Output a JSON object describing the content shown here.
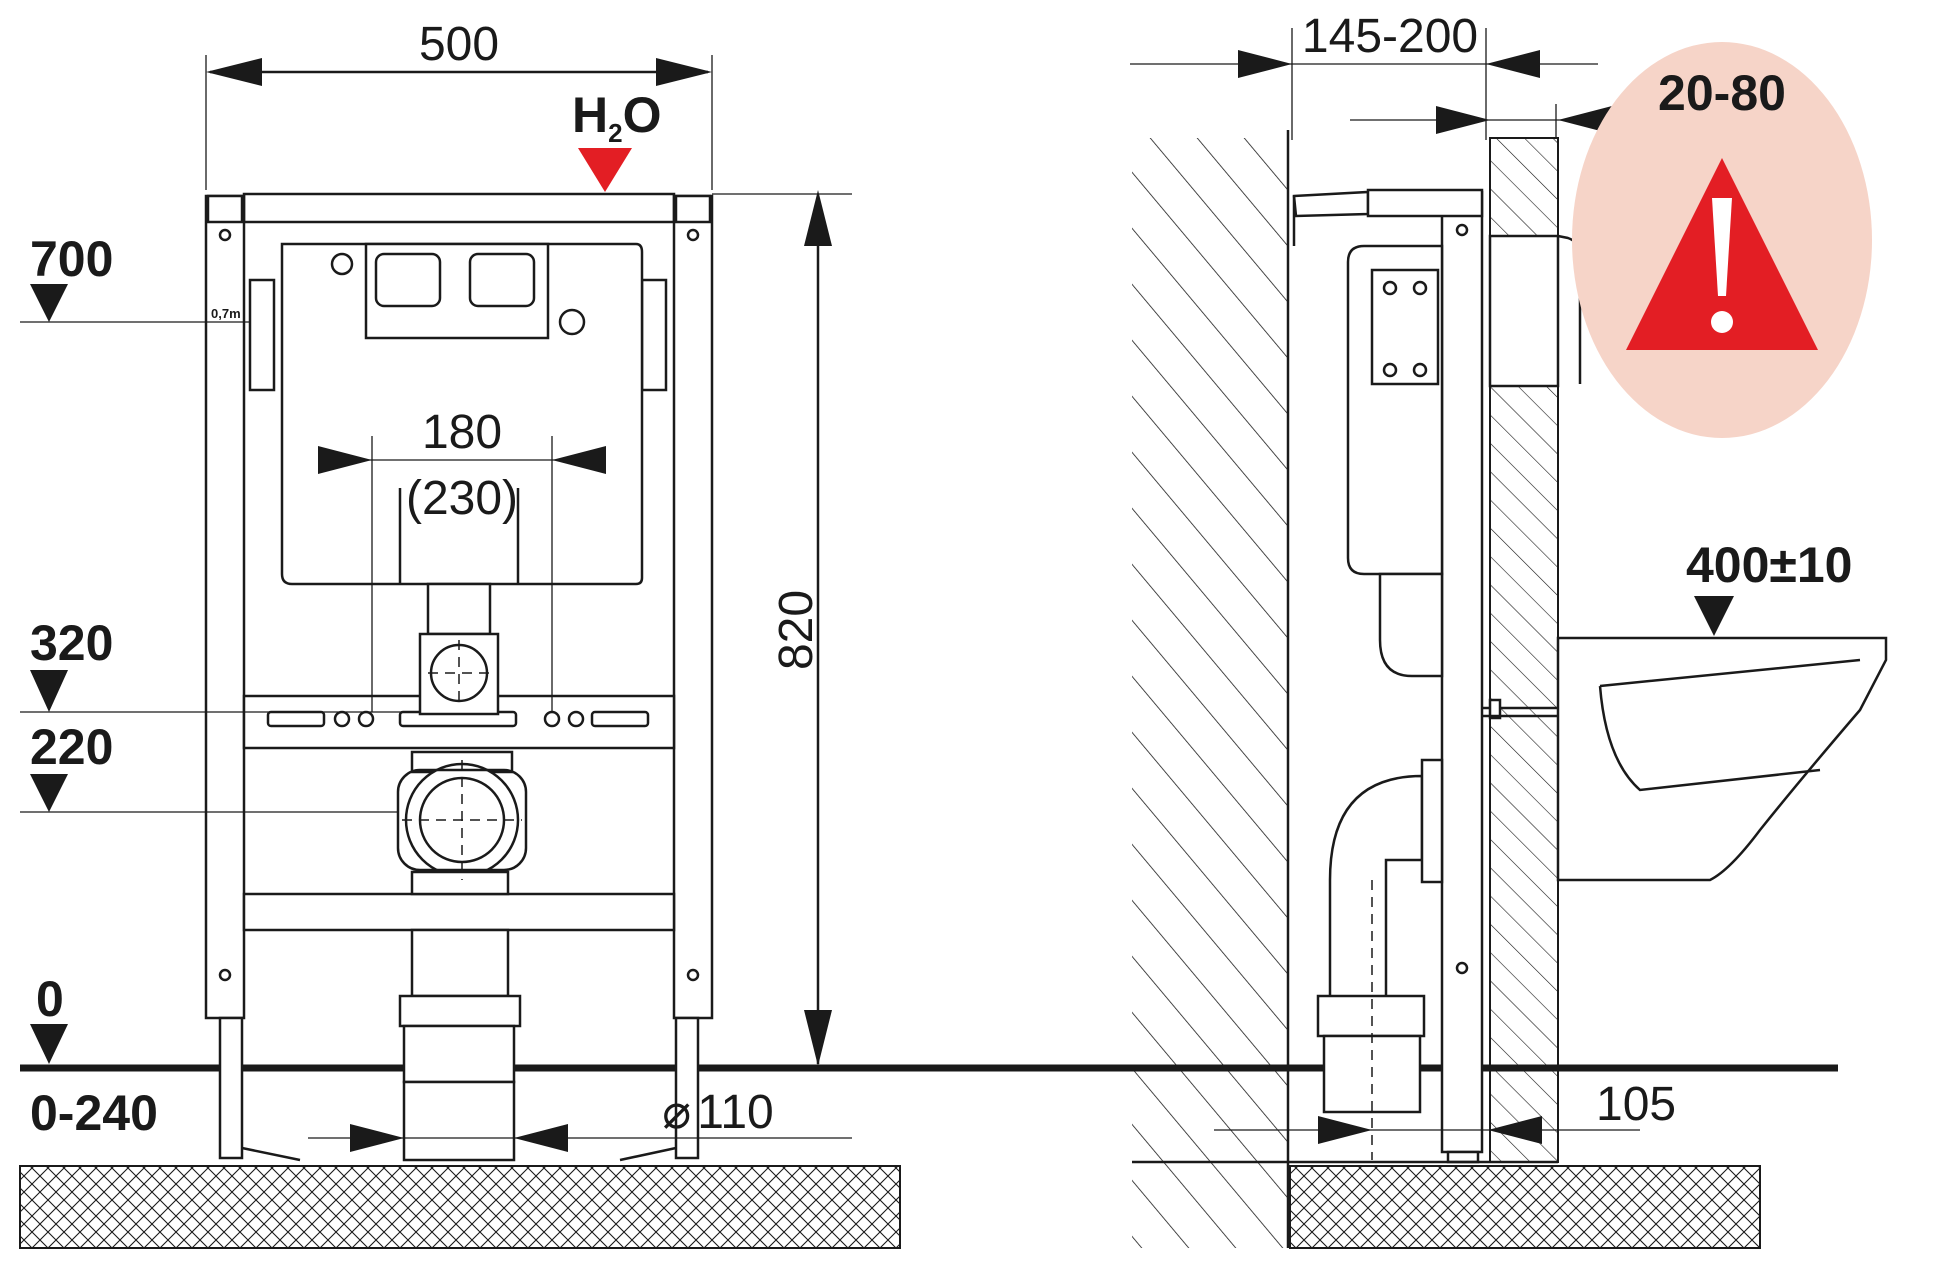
{
  "front_view": {
    "width_dim": "500",
    "water_symbol": "H",
    "water_subscript": "2",
    "water_suffix": "O",
    "flush_spacing": "180",
    "flush_spacing_alt": "(230)",
    "height_dim": "820",
    "pipe_diameter_symbol": "⌀",
    "pipe_diameter_value": "110",
    "small_label": "0,7m",
    "levels": [
      "700",
      "320",
      "220",
      "0",
      "0-240"
    ]
  },
  "side_view": {
    "depth_dim": "145-200",
    "wall_finish_dim": "20-80",
    "seat_height_dim": "400±10",
    "outlet_offset_dim": "105"
  },
  "colors": {
    "water_marker": "#e31e24",
    "warning_triangle": "#e31e24",
    "warning_ellipse": "#f6d4c8",
    "line": "#1a1a1a"
  },
  "icons": [
    "warning-icon",
    "water-inlet-icon"
  ]
}
